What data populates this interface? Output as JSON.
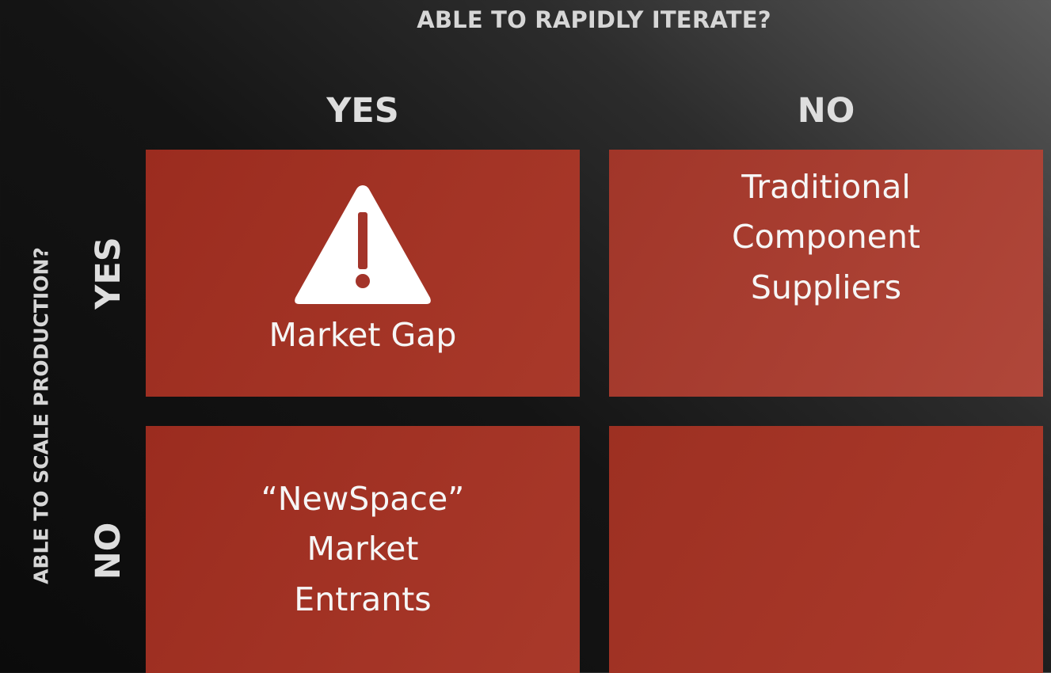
{
  "diagram": {
    "x_axis_title": "ABLE TO RAPIDLY ITERATE?",
    "y_axis_title": "ABLE TO SCALE PRODUCTION?",
    "columns": [
      "YES",
      "NO"
    ],
    "rows": [
      "YES",
      "NO"
    ],
    "cells": {
      "yes_yes": {
        "icon": "warning-icon",
        "lines": [
          "Market Gap"
        ]
      },
      "yes_no": {
        "lines": [
          "Traditional",
          "Component",
          "Suppliers"
        ]
      },
      "no_yes": {
        "lines": [
          "“NewSpace”",
          "Market",
          "Entrants"
        ]
      },
      "no_no": {
        "lines": []
      }
    },
    "colors": {
      "cell": "#a3342a",
      "background": "#141414",
      "text": "#ffffff"
    }
  }
}
